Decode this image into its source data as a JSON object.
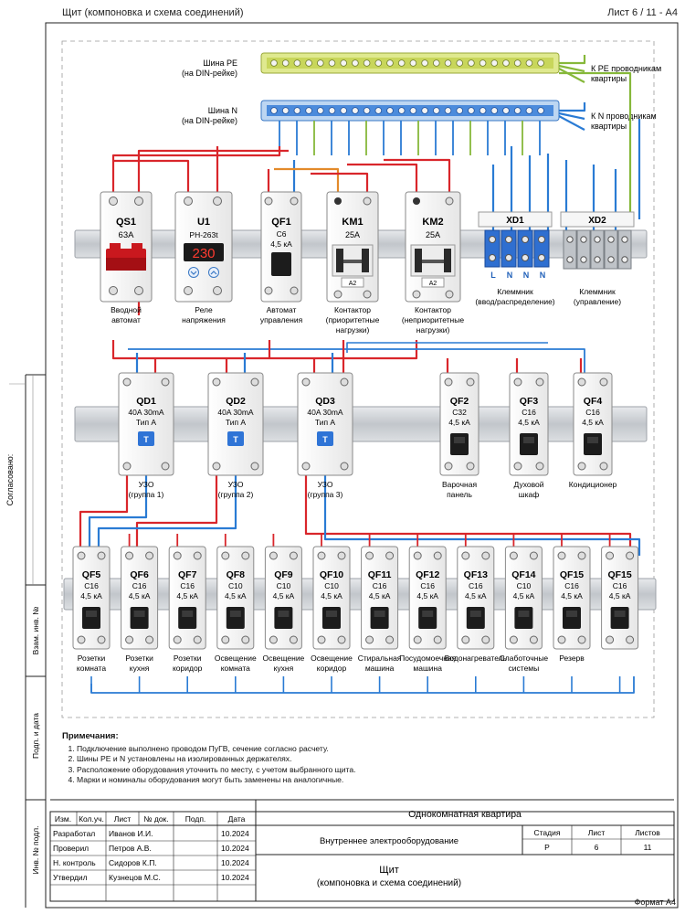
{
  "header": {
    "left": "Щит (компоновка и схема соединений)",
    "right": "Лист 6 / 11 - А4"
  },
  "busbars": {
    "pe": {
      "label_1": "Шина PE",
      "label_2": "(на DIN-рейке)",
      "right_1": "К PE проводникам",
      "right_2": "квартиры"
    },
    "n": {
      "label_1": "Шина N",
      "label_2": "(на DIN-рейке)",
      "right_1": "К N проводникам",
      "right_2": "квартиры"
    }
  },
  "row1": [
    {
      "id": "qs1",
      "code": "QS1",
      "rating": "63A",
      "cap_1": "Вводной",
      "cap_2": "автомат"
    },
    {
      "id": "u1",
      "code": "U1",
      "rating": "РН-263t",
      "display": "230",
      "cap_1": "Реле",
      "cap_2": "напряжения"
    },
    {
      "id": "qf1",
      "code": "QF1",
      "rating": "C6",
      "breaking": "4,5 кА",
      "cap_1": "Автомат",
      "cap_2": "управления"
    },
    {
      "id": "km1",
      "code": "KM1",
      "rating": "25A",
      "tag": "A2",
      "cap_1": "Контактор",
      "cap_2": "(приоритетные",
      "cap_3": "нагрузки)"
    },
    {
      "id": "km2",
      "code": "KM2",
      "rating": "25A",
      "tag": "A2",
      "cap_1": "Контактор",
      "cap_2": "(неприоритетные",
      "cap_3": "нагрузки)"
    }
  ],
  "terminals": [
    {
      "id": "xd1",
      "code": "XD1",
      "marks": [
        "L",
        "N",
        "N",
        "N"
      ],
      "cap_1": "Клеммник",
      "cap_2": "(ввод/распределение)"
    },
    {
      "id": "xd2",
      "code": "XD2",
      "cap_1": "Клеммник",
      "cap_2": "(управление)"
    }
  ],
  "row2": [
    {
      "id": "qd1",
      "code": "QD1",
      "rating": "40A 30mA",
      "type": "Тип A",
      "test": "T",
      "cap_1": "УЗО",
      "cap_2": "(группа 1)"
    },
    {
      "id": "qd2",
      "code": "QD2",
      "rating": "40A 30mA",
      "type": "Тип A",
      "test": "T",
      "cap_1": "УЗО",
      "cap_2": "(группа 2)"
    },
    {
      "id": "qd3",
      "code": "QD3",
      "rating": "40A 30mA",
      "type": "Тип A",
      "test": "T",
      "cap_1": "УЗО",
      "cap_2": "(группа 3)"
    },
    {
      "id": "qf2",
      "code": "QF2",
      "rating": "C32",
      "breaking": "4,5 кА",
      "cap_1": "Варочная",
      "cap_2": "панель"
    },
    {
      "id": "qf3",
      "code": "QF3",
      "rating": "C16",
      "breaking": "4,5 кА",
      "cap_1": "Духовой",
      "cap_2": "шкаф"
    },
    {
      "id": "qf4",
      "code": "QF4",
      "rating": "C16",
      "breaking": "4,5 кА",
      "cap_1": "Кондиционер",
      "cap_2": ""
    }
  ],
  "row3": [
    {
      "id": "qf5",
      "code": "QF5",
      "rating": "C16",
      "breaking": "4,5 кА",
      "cap_1": "Розетки",
      "cap_2": "комната"
    },
    {
      "id": "qf6",
      "code": "QF6",
      "rating": "C16",
      "breaking": "4,5 кА",
      "cap_1": "Розетки",
      "cap_2": "кухня"
    },
    {
      "id": "qf7",
      "code": "QF7",
      "rating": "C16",
      "breaking": "4,5 кА",
      "cap_1": "Розетки",
      "cap_2": "коридор"
    },
    {
      "id": "qf8",
      "code": "QF8",
      "rating": "C10",
      "breaking": "4,5 кА",
      "cap_1": "Освещение",
      "cap_2": "комната"
    },
    {
      "id": "qf9",
      "code": "QF9",
      "rating": "C10",
      "breaking": "4,5 кА",
      "cap_1": "Освещение",
      "cap_2": "кухня"
    },
    {
      "id": "qf10",
      "code": "QF10",
      "rating": "C10",
      "breaking": "4,5 кА",
      "cap_1": "Освещение",
      "cap_2": "коридор"
    },
    {
      "id": "qf11",
      "code": "QF11",
      "rating": "C16",
      "breaking": "4,5 кА",
      "cap_1": "Стиральная",
      "cap_2": "машина"
    },
    {
      "id": "qf12",
      "code": "QF12",
      "rating": "C16",
      "breaking": "4,5 кА",
      "cap_1": "Посудомоечная",
      "cap_2": "машина"
    },
    {
      "id": "qf13",
      "code": "QF13",
      "rating": "C16",
      "breaking": "4,5 кА",
      "cap_1": "Водонагреватель",
      "cap_2": ""
    },
    {
      "id": "qf14",
      "code": "QF14",
      "rating": "C10",
      "breaking": "4,5 кА",
      "cap_1": "Слаботочные",
      "cap_2": "системы"
    },
    {
      "id": "qf15a",
      "code": "QF15",
      "rating": "C16",
      "breaking": "4,5 кА",
      "cap_1": "Резерв",
      "cap_2": ""
    },
    {
      "id": "qf15b",
      "code": "QF15",
      "rating": "C16",
      "breaking": "4,5 кА",
      "cap_1": "",
      "cap_2": ""
    }
  ],
  "notes": {
    "title": "Примечания:",
    "items": [
      "Подключение выполнено проводом ПуГВ, сечение согласно расчету.",
      "Шины PE и N установлены на изолированных держателях.",
      "Расположение оборудования уточнить по месту, с учетом выбранного щита.",
      "Марки и номиналы оборудования могут быть заменены на аналогичные."
    ]
  },
  "side": {
    "soglasovano": "Согласовано:",
    "vzam": "Взам. инв. №",
    "podp": "Подп. и дата",
    "inv": "Инв. № подл."
  },
  "stamp": {
    "cols": {
      "izm": "Изм.",
      "koluch": "Кол.уч.",
      "list": "Лист",
      "ndok": "№ док.",
      "podp": "Подп.",
      "data": "Дата"
    },
    "rows": [
      {
        "role": "Разработал",
        "name": "Иванов И.И.",
        "date": "10.2024"
      },
      {
        "role": "Проверил",
        "name": "Петров А.В.",
        "date": "10.2024"
      },
      {
        "role": "Н. контроль",
        "name": "Сидоров К.П.",
        "date": "10.2024"
      },
      {
        "role": "Утвердил",
        "name": "Кузнецов М.С.",
        "date": "10.2024"
      }
    ],
    "project": "Однокомнатная квартира",
    "section": "Внутреннее электрооборудование",
    "stage_label": "Стадия",
    "stage": "Р",
    "sheet_label": "Лист",
    "sheet": "6",
    "sheets_label": "Листов",
    "sheets": "11",
    "title_1": "Щит",
    "title_2": "(компоновка и схема соединений)"
  },
  "format": "Формат А4",
  "colors": {
    "phase": "#d9262b",
    "neutral": "#2a7bd4",
    "pe": "#86b83a",
    "rail": "#c9cdd2",
    "module": "#f4f4f4"
  }
}
